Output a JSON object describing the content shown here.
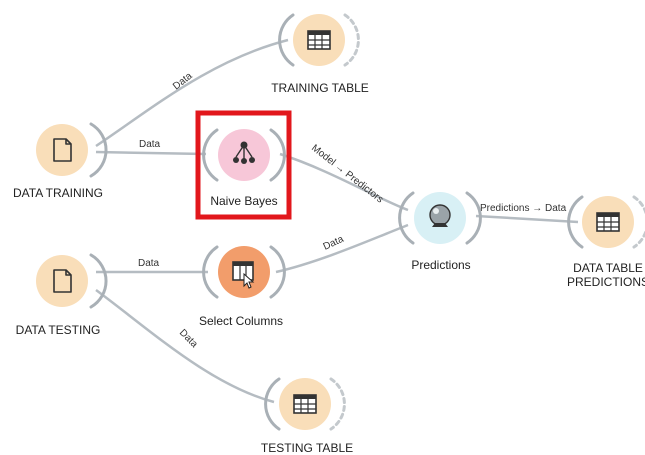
{
  "colors": {
    "file_widget": "#f9deb9",
    "model_widget": "#f7c7d8",
    "predict_widget": "#d8f0f5",
    "select_widget": "#f29d6b",
    "link": "#b5bcc2",
    "highlight": "#e2171c"
  },
  "nodes": {
    "data_training": {
      "label": "DATA TRAINING",
      "icon": "document-icon"
    },
    "training_table": {
      "label": "TRAINING TABLE",
      "icon": "table-icon"
    },
    "naive_bayes": {
      "label": "Naive Bayes",
      "icon": "tree-network-icon",
      "highlighted": true
    },
    "predictions": {
      "label": "Predictions",
      "icon": "crystal-ball-icon"
    },
    "data_table_predictions": {
      "label_line1": "DATA TABLE",
      "label_line2": "PREDICTIONS",
      "icon": "table-icon"
    },
    "data_testing": {
      "label": "DATA TESTING",
      "icon": "document-icon"
    },
    "select_columns": {
      "label": "Select Columns",
      "icon": "select-columns-icon"
    },
    "testing_table": {
      "label": "TESTING TABLE",
      "icon": "table-icon"
    }
  },
  "links": {
    "training_to_table": "Data",
    "training_to_bayes": "Data",
    "bayes_to_predictions": "Model → Predictors",
    "predictions_to_table": "Predictions → Data",
    "testing_to_select": "Data",
    "select_to_predictions": "Data",
    "testing_to_table": "Data"
  }
}
